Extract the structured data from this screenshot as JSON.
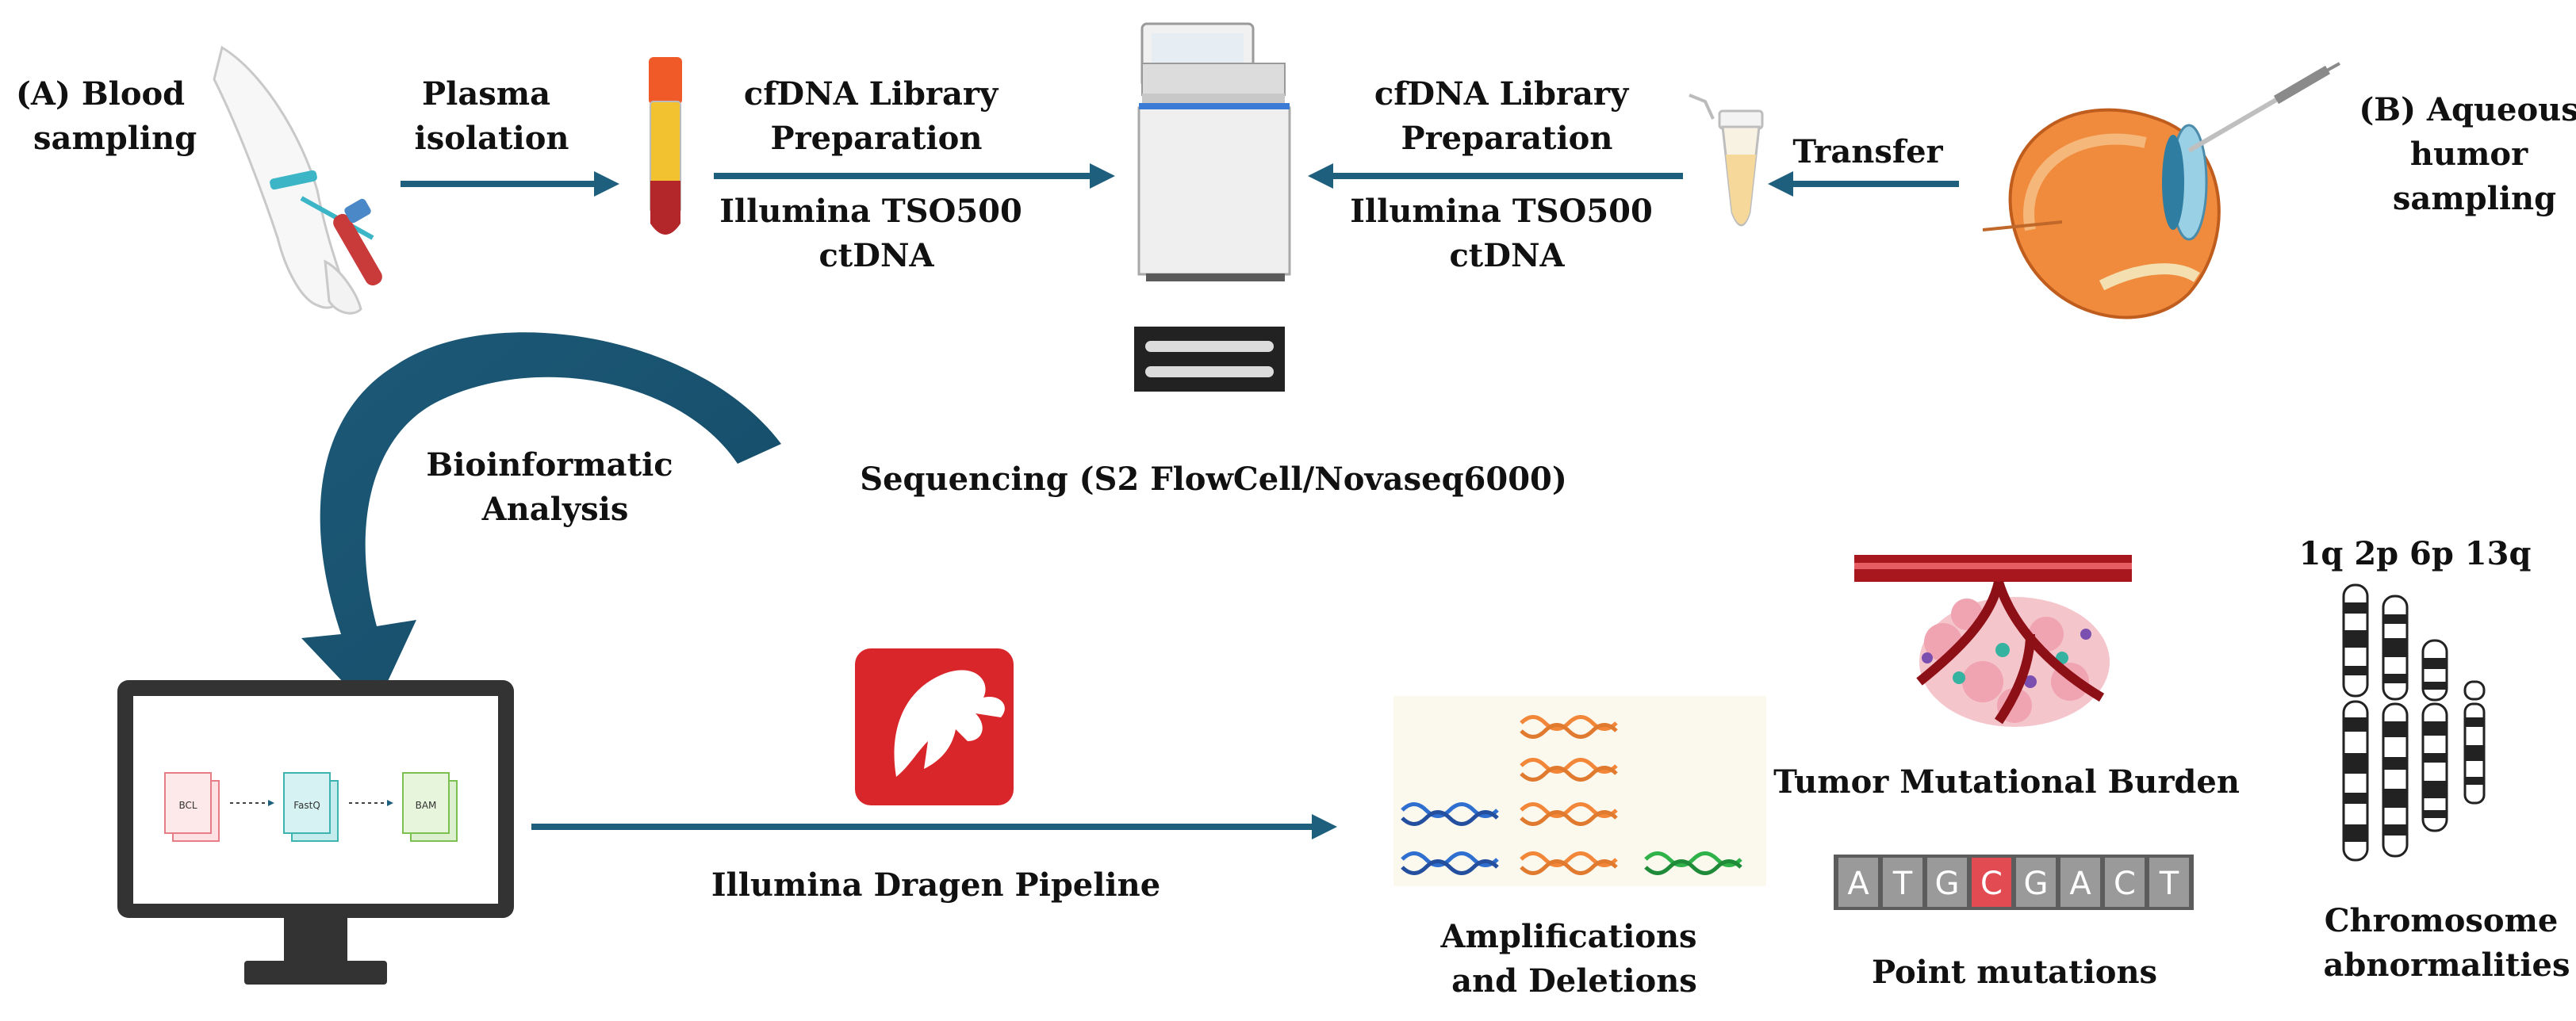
{
  "labels": {
    "blood_sampling": [
      "(A) Blood",
      "sampling"
    ],
    "plasma_isolation": [
      "Plasma",
      "isolation"
    ],
    "cfdna_left": [
      "cfDNA Library",
      "Preparation"
    ],
    "illumina_left": [
      "Illumina TSO500",
      "ctDNA"
    ],
    "cfdna_right": [
      "cfDNA Library",
      "Preparation"
    ],
    "illumina_right": [
      "Illumina TSO500",
      "ctDNA"
    ],
    "transfer": "Transfer",
    "aqueous": [
      "(B) Aqueous",
      "humor",
      "sampling"
    ],
    "bioinformatic": [
      "Bioinformatic",
      "Analysis"
    ],
    "sequencing": "Sequencing (S2 FlowCell/Novaseq6000)",
    "dragen": "Illumina Dragen Pipeline",
    "amplifications": [
      "Amplifications",
      "and Deletions"
    ],
    "tmb": "Tumor Mutational Burden",
    "point_mutations": "Point mutations",
    "chromosome": [
      "Chromosome",
      "abnormalities"
    ],
    "chromosome_ids": "1q 2p 6p 13q"
  },
  "monitor_files": [
    "BCL",
    "FastQ",
    "BAM"
  ],
  "sequence_letters": [
    "A",
    "T",
    "G",
    "C",
    "G",
    "A",
    "C",
    "T"
  ],
  "colors": {
    "arrow": "#1f5f7e",
    "dragen_red": "#d9262a",
    "tube_blood": "#b3262a",
    "tube_plasma": "#f2c230",
    "eye_orange": "#f08a3c"
  }
}
